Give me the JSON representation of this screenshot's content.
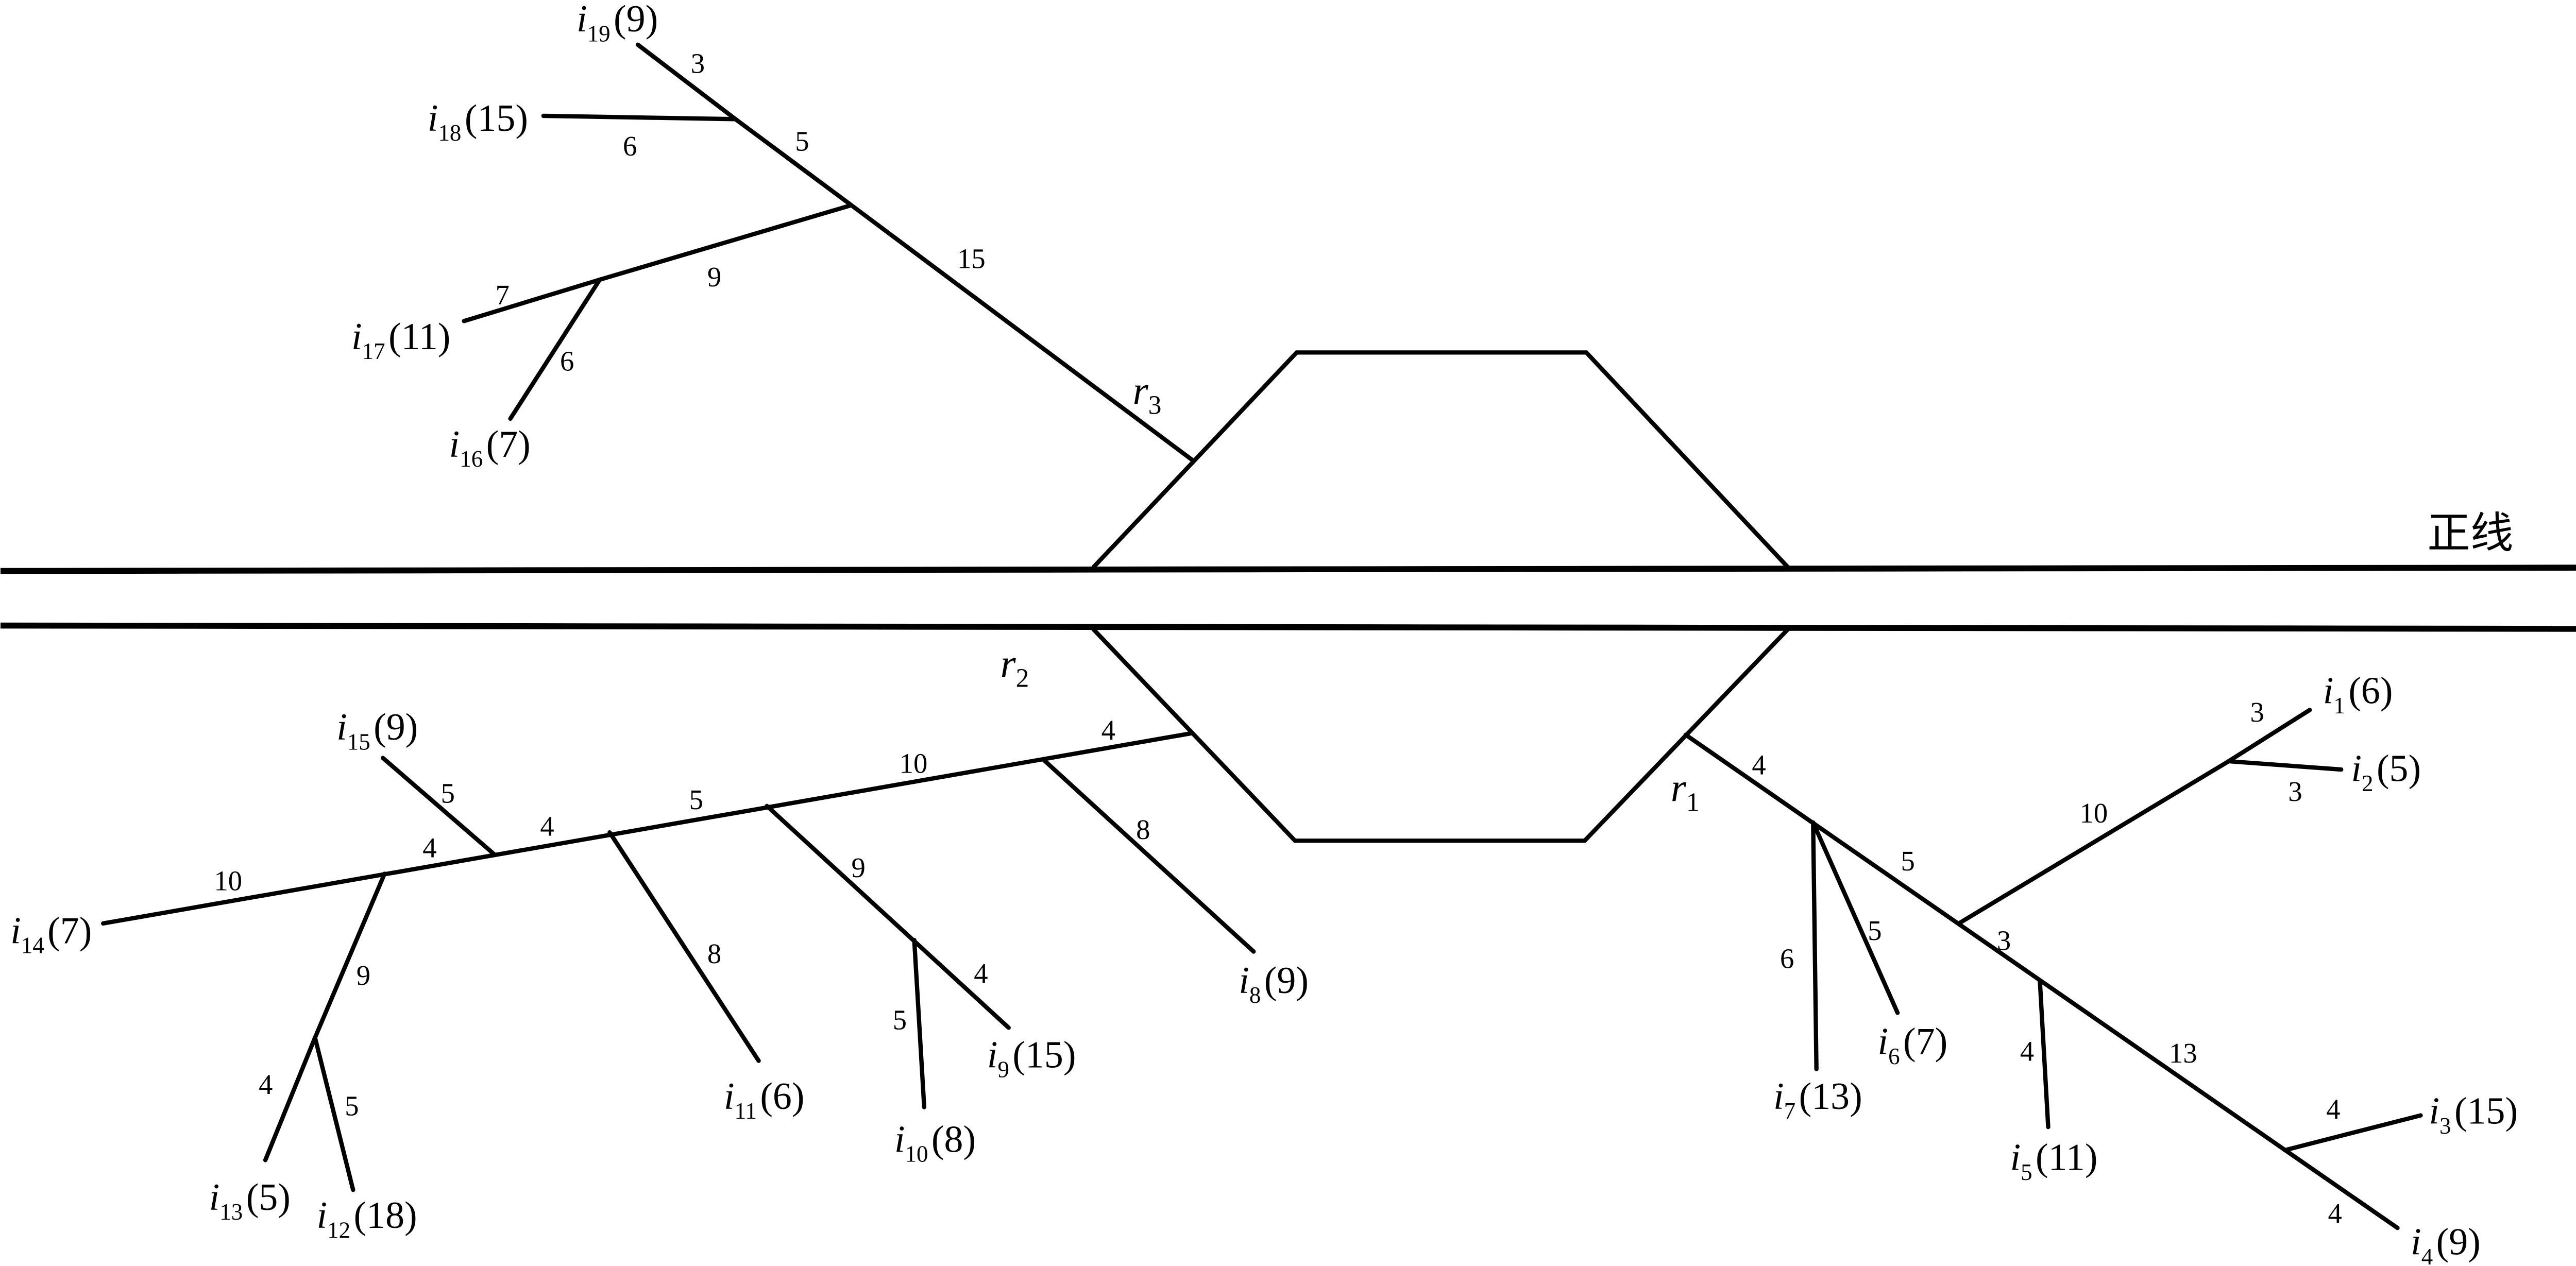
{
  "main_line_label": "正线",
  "junctions": [
    {
      "id": "r1",
      "letter": "r",
      "sub": "1"
    },
    {
      "id": "r2",
      "letter": "r",
      "sub": "2"
    },
    {
      "id": "r3",
      "letter": "r",
      "sub": "3"
    }
  ],
  "nodes": [
    {
      "id": "i1",
      "letter": "i",
      "sub": "1",
      "value": "(6)"
    },
    {
      "id": "i2",
      "letter": "i",
      "sub": "2",
      "value": "(5)"
    },
    {
      "id": "i3",
      "letter": "i",
      "sub": "3",
      "value": "(15)"
    },
    {
      "id": "i4",
      "letter": "i",
      "sub": "4",
      "value": "(9)"
    },
    {
      "id": "i5",
      "letter": "i",
      "sub": "5",
      "value": "(11)"
    },
    {
      "id": "i6",
      "letter": "i",
      "sub": "6",
      "value": "(7)"
    },
    {
      "id": "i7",
      "letter": "i",
      "sub": "7",
      "value": "(13)"
    },
    {
      "id": "i8",
      "letter": "i",
      "sub": "8",
      "value": "(9)"
    },
    {
      "id": "i9",
      "letter": "i",
      "sub": "9",
      "value": "(15)"
    },
    {
      "id": "i10",
      "letter": "i",
      "sub": "10",
      "value": "(8)"
    },
    {
      "id": "i11",
      "letter": "i",
      "sub": "11",
      "value": "(6)"
    },
    {
      "id": "i12",
      "letter": "i",
      "sub": "12",
      "value": "(18)"
    },
    {
      "id": "i13",
      "letter": "i",
      "sub": "13",
      "value": "(5)"
    },
    {
      "id": "i14",
      "letter": "i",
      "sub": "14",
      "value": "(7)"
    },
    {
      "id": "i15",
      "letter": "i",
      "sub": "15",
      "value": "(9)"
    },
    {
      "id": "i16",
      "letter": "i",
      "sub": "16",
      "value": "(7)"
    },
    {
      "id": "i17",
      "letter": "i",
      "sub": "17",
      "value": "(11)"
    },
    {
      "id": "i18",
      "letter": "i",
      "sub": "18",
      "value": "(15)"
    },
    {
      "id": "i19",
      "letter": "i",
      "sub": "19",
      "value": "(9)"
    }
  ],
  "edge_weights": [
    {
      "id": "w-r3-a",
      "text": "15"
    },
    {
      "id": "w-r3-b",
      "text": "9"
    },
    {
      "id": "w-r3-c",
      "text": "7"
    },
    {
      "id": "w-r3-d",
      "text": "6"
    },
    {
      "id": "w-r3-e",
      "text": "5"
    },
    {
      "id": "w-r3-f",
      "text": "6"
    },
    {
      "id": "w-r3-g",
      "text": "3"
    },
    {
      "id": "w-r2-a",
      "text": "4"
    },
    {
      "id": "w-r2-b",
      "text": "10"
    },
    {
      "id": "w-r2-c",
      "text": "5"
    },
    {
      "id": "w-r2-d",
      "text": "4"
    },
    {
      "id": "w-r2-e",
      "text": "4"
    },
    {
      "id": "w-r2-f",
      "text": "10"
    },
    {
      "id": "w-r2-g",
      "text": "5"
    },
    {
      "id": "w-r2-h",
      "text": "9"
    },
    {
      "id": "w-r2-i",
      "text": "4"
    },
    {
      "id": "w-r2-j",
      "text": "5"
    },
    {
      "id": "w-r2-k",
      "text": "8"
    },
    {
      "id": "w-r2-l",
      "text": "9"
    },
    {
      "id": "w-r2-m",
      "text": "4"
    },
    {
      "id": "w-r2-n",
      "text": "5"
    },
    {
      "id": "w-r2-o",
      "text": "8"
    },
    {
      "id": "w-r1-a",
      "text": "4"
    },
    {
      "id": "w-r1-b",
      "text": "6"
    },
    {
      "id": "w-r1-c",
      "text": "5"
    },
    {
      "id": "w-r1-d",
      "text": "5"
    },
    {
      "id": "w-r1-e",
      "text": "10"
    },
    {
      "id": "w-r1-f",
      "text": "3"
    },
    {
      "id": "w-r1-g",
      "text": "3"
    },
    {
      "id": "w-r1-h",
      "text": "3"
    },
    {
      "id": "w-r1-i",
      "text": "4"
    },
    {
      "id": "w-r1-j",
      "text": "13"
    },
    {
      "id": "w-r1-k",
      "text": "4"
    },
    {
      "id": "w-r1-l",
      "text": "4"
    }
  ]
}
